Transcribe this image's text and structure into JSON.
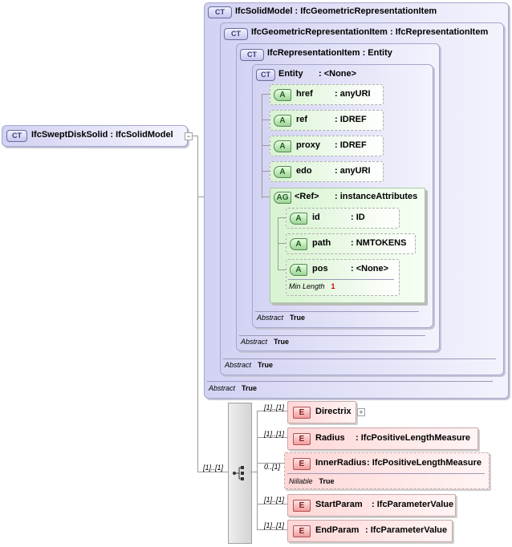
{
  "root": {
    "badge": "CT",
    "label": "IfcSweptDiskSolid : IfcSolidModel"
  },
  "types": {
    "solidModel": {
      "badge": "CT",
      "label": "IfcSolidModel : IfcGeometricRepresentationItem",
      "abstract_label": "Abstract",
      "abstract_value": "True"
    },
    "geomRepItem": {
      "badge": "CT",
      "label": "IfcGeometricRepresentationItem : IfcRepresentationItem",
      "abstract_label": "Abstract",
      "abstract_value": "True"
    },
    "repItem": {
      "badge": "CT",
      "label": "IfcRepresentationItem : Entity",
      "abstract_label": "Abstract",
      "abstract_value": "True"
    },
    "entity": {
      "badge": "CT",
      "label": "Entity",
      "type": ": <None>",
      "abstract_label": "Abstract",
      "abstract_value": "True"
    }
  },
  "attributes": [
    {
      "badge": "A",
      "name": "href",
      "type": ": anyURI"
    },
    {
      "badge": "A",
      "name": "ref",
      "type": ": IDREF"
    },
    {
      "badge": "A",
      "name": "proxy",
      "type": ": IDREF"
    },
    {
      "badge": "A",
      "name": "edo",
      "type": ": anyURI"
    }
  ],
  "attribute_group": {
    "badge": "AG",
    "name": "<Ref>",
    "type": ": instanceAttributes",
    "attributes": [
      {
        "badge": "A",
        "name": "id",
        "type": ": ID"
      },
      {
        "badge": "A",
        "name": "path",
        "type": ": NMTOKENS"
      },
      {
        "badge": "A",
        "name": "pos",
        "type": ": <None>",
        "facet_label": "Min Length",
        "facet_value": "1"
      }
    ]
  },
  "sequence": {
    "cardinality": "[1]..[1]"
  },
  "elements": [
    {
      "badge": "E",
      "card": "[1]..[1]",
      "name": "Directrix",
      "type": ""
    },
    {
      "badge": "E",
      "card": "[1]..[1]",
      "name": "Radius",
      "type": ": IfcPositiveLengthMeasure"
    },
    {
      "badge": "E",
      "card": "0..[1]",
      "name": "InnerRadius",
      "type": ": IfcPositiveLengthMeasure",
      "nillable_label": "Nillable",
      "nillable_value": "True"
    },
    {
      "badge": "E",
      "card": "[1]..[1]",
      "name": "StartParam",
      "type": ": IfcParameterValue"
    },
    {
      "badge": "E",
      "card": "[1]..[1]",
      "name": "EndParam",
      "type": ": IfcParameterValue"
    }
  ]
}
